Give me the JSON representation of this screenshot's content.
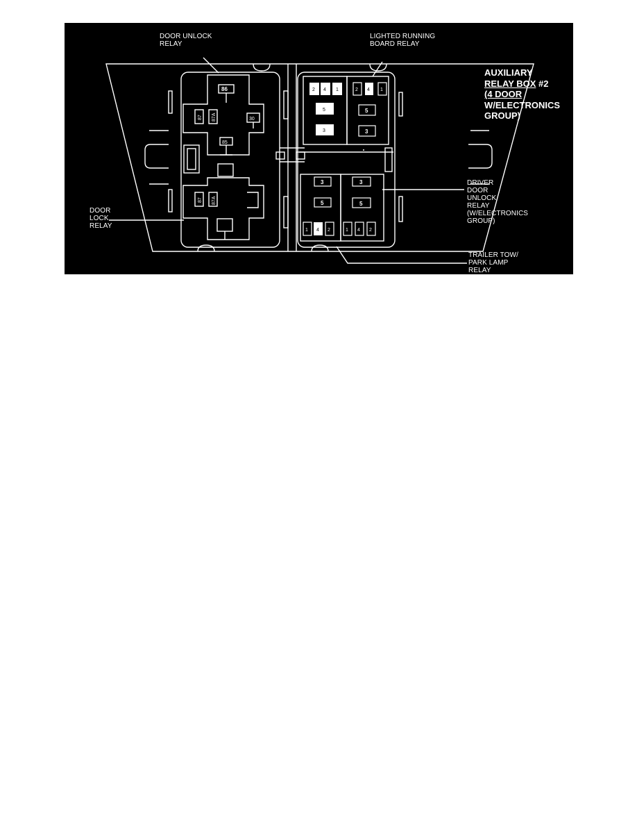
{
  "title": {
    "line1": "AUXILIARY",
    "line2a": "RELAY BOX",
    "line2b": " #2",
    "line3": "(4 DOOR",
    "line4": "W/ELECTRONICS",
    "line5": "GROUP)"
  },
  "callouts": {
    "door_unlock_relay": "DOOR UNLOCK\nRELAY",
    "lighted_running_board_relay": "LIGHTED RUNNING\nBOARD RELAY",
    "door_lock_relay": "DOOR\nLOCK\nRELAY",
    "driver_door_unlock_relay": "DRIVER\nDOOR\nUNLOCK\nRELAY\n(W/ELECTRONICS\nGROUP)",
    "trailer_tow_park_lamp_relay": "TRAILER TOW/\nPARK LAMP\nRELAY"
  },
  "left_relay_pins": {
    "top": [
      "86",
      "87",
      "87A",
      "30",
      "85"
    ],
    "bottom": [
      "87",
      "87A"
    ]
  },
  "right_top_relay_pins": {
    "left": [
      "2",
      "4",
      "1",
      "5",
      "3"
    ],
    "right": [
      "2",
      "4",
      "1",
      "5",
      "3"
    ]
  },
  "right_bottom_relay_pins": {
    "left": [
      "3",
      "5",
      "1",
      "4",
      "2"
    ],
    "right": [
      "3",
      "5",
      "1",
      "4",
      "2"
    ]
  },
  "colors": {
    "background": "#000000",
    "line": "#ffffff"
  }
}
